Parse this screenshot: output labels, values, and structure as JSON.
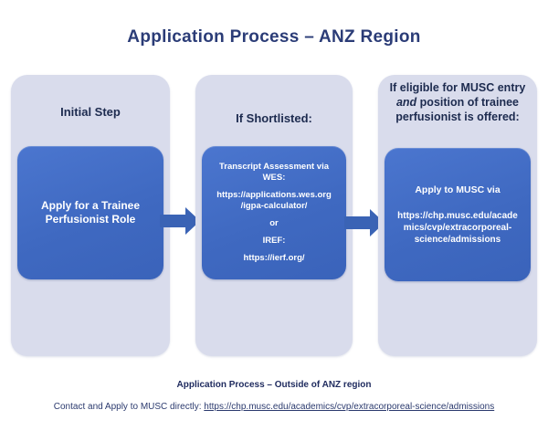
{
  "title": "Application Process – ANZ Region",
  "panels": [
    {
      "header": "Initial Step",
      "box_text": "Apply for a Trainee\nPerfusionist Role"
    },
    {
      "header": "If Shortlisted:",
      "box_paragraphs": [
        "Transcript Assessment via\nWES:",
        "https://applications.wes.org\n/igpa-calculator/",
        "or",
        "IREF:",
        "https://ierf.org/"
      ]
    },
    {
      "header_prefix": "If eligible for MUSC entry ",
      "header_emphasis": "and",
      "header_suffix": " position of trainee perfusionist is offered:",
      "box_line1": "Apply to MUSC via",
      "box_url": "https://chp.musc.edu/acade\nmics/cvp/extracorporeal-\nscience/admissions"
    }
  ],
  "footer": {
    "heading": "Application Process – Outside of ANZ region",
    "contact_label": "Contact and Apply to MUSC directly: ",
    "contact_link": "https://chp.musc.edu/academics/cvp/extracorporeal-science/admissions"
  },
  "colors": {
    "title_text": "#2b3c77",
    "panel_bg": "#d9dcec",
    "box_blue": "#3f69c1",
    "arrow_blue": "#3a63b5",
    "box_text": "#ffffff"
  }
}
